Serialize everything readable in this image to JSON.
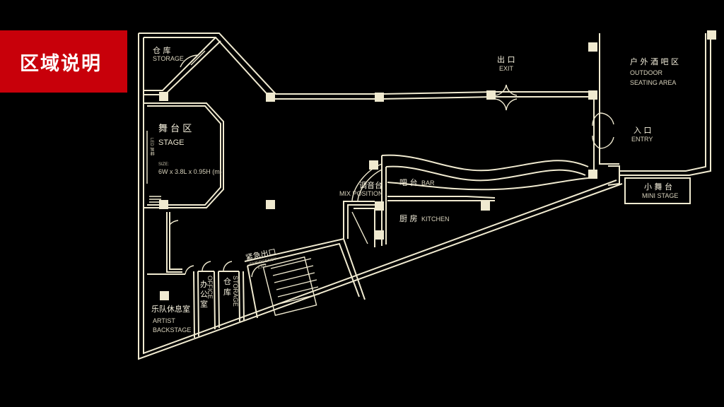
{
  "title": "区域说明",
  "rooms": {
    "storage_top": {
      "cn": "仓 库",
      "en": "STORAGE"
    },
    "stage": {
      "cn": "舞 台 区",
      "en": "STAGE",
      "size_label": "SIZE:",
      "size_value": "6W x 3.8L x 0.95H (m)",
      "led": "LED 屏幕"
    },
    "exit": {
      "cn": "出 口",
      "en": "EXIT"
    },
    "outdoor": {
      "cn": "户 外 酒 吧 区",
      "en1": "OUTDOOR",
      "en2": "SEATING AREA"
    },
    "entry": {
      "cn": "入 口",
      "en": "ENTRY"
    },
    "mini_stage": {
      "cn": "小 舞 台",
      "en": "MINI STAGE"
    },
    "mix": {
      "cn": "调音台",
      "en": "MIX POSITION"
    },
    "bar": {
      "cn": "吧 台",
      "en": "BAR"
    },
    "kitchen": {
      "cn": "厨 房",
      "en": "KITCHEN"
    },
    "emergency": {
      "cn": "紧急出口",
      "en1": "EMERGENCY",
      "en2": "EXIT"
    },
    "office": {
      "cn1": "办",
      "cn2": "公",
      "cn3": "室",
      "en": "OFFICE"
    },
    "storage_bottom": {
      "cn1": "仓",
      "cn2": "库",
      "en": "STORAGE"
    },
    "artist": {
      "cn": "乐队休息室",
      "en1": "ARTIST",
      "en2": "BACKSTAGE"
    }
  }
}
